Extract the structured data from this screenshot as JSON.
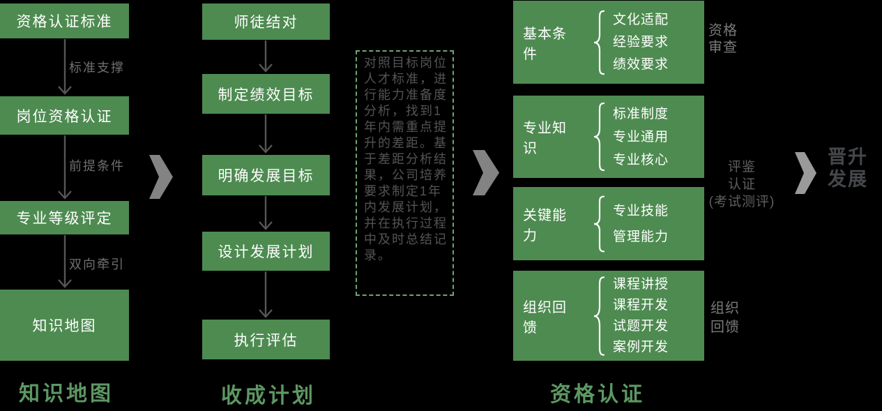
{
  "left_column": {
    "boxes": [
      "资格认证标准",
      "岗位资格认证",
      "专业等级评定",
      "知识地图"
    ],
    "arrow_labels": [
      "标准支撑",
      "前提条件",
      "双向牵引"
    ],
    "footer": "知识地图"
  },
  "middle_column": {
    "boxes": [
      "师徒结对",
      "制定绩效目标",
      "明确发展目标",
      "设计发展计划",
      "执行评估"
    ],
    "footer": "收成计划"
  },
  "note_text": "对照目标岗位人才标准，进行能力准备度分析，找到1年内需重点提升的差距。基于差距分析结果，公司培养要求制定1年内发展计划，并在执行过程中及时总结记录。",
  "right_column": {
    "groups": [
      {
        "label": "基本条件",
        "items": [
          "文化适配",
          "经验要求",
          "绩效要求"
        ]
      },
      {
        "label": "专业知识",
        "items": [
          "标准制度",
          "专业通用",
          "专业核心"
        ]
      },
      {
        "label": "关键能力",
        "items": [
          "专业技能",
          "管理能力"
        ]
      },
      {
        "label": "组织回馈",
        "items": [
          "课程讲授",
          "课程开发",
          "试题开发",
          "案例开发"
        ]
      }
    ],
    "side_labels": {
      "top": "资格\n审查",
      "middle": "评鉴\n认证\n(考试测评)",
      "bottom": "组织\n回馈"
    },
    "footer": "资格认证"
  },
  "outcome_label": "晋升\n发展",
  "colors": {
    "background": "#000000",
    "box_green": "#4e8b51",
    "footer_green": "#5d9863",
    "dashed_border_green": "#6fa573",
    "note_text_gray": "#545454",
    "arrow_gray": "#565656",
    "arrow_label_gray": "#6f6f6f",
    "side_label_gray": "#7a7a7a",
    "chevron_gray": "#838383",
    "outcome_gray": "#45484b",
    "box_text_white": "#ffffff"
  }
}
